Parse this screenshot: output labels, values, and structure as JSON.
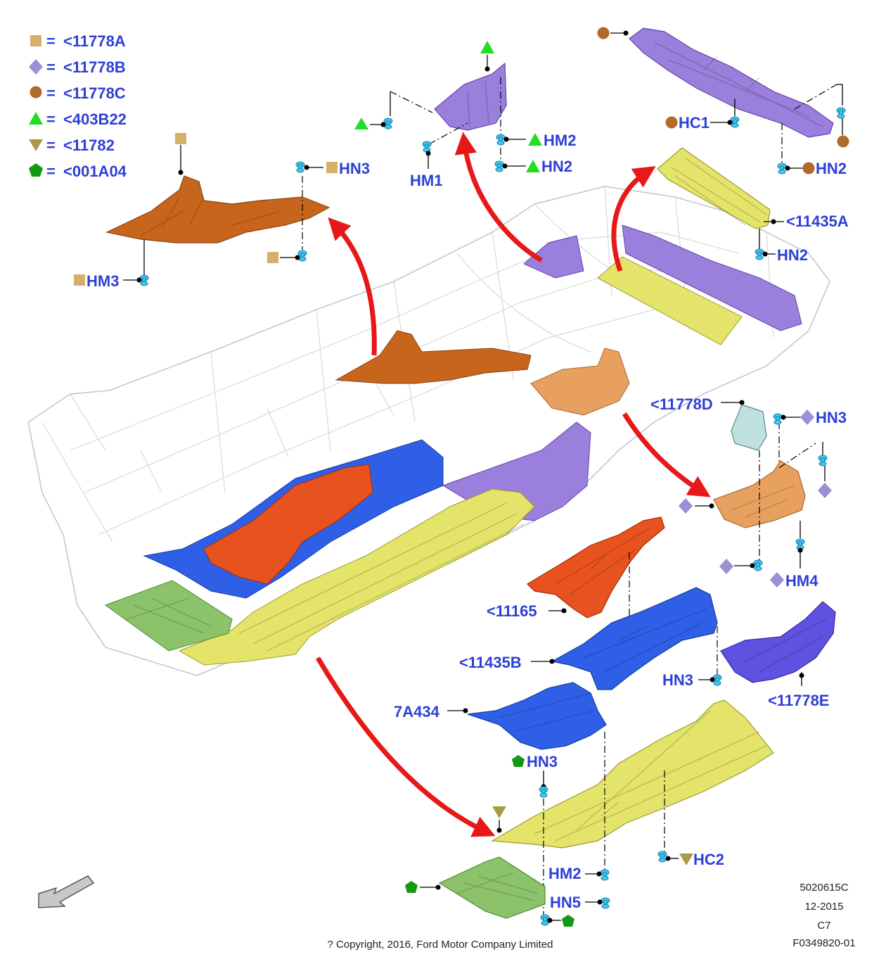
{
  "legend": [
    {
      "symbol": "square",
      "color": "#d6b069",
      "ref": "<11778A"
    },
    {
      "symbol": "diamond",
      "color": "#9b8fd6",
      "ref": "<11778B"
    },
    {
      "symbol": "circle",
      "color": "#b06a2a",
      "ref": "<11778C"
    },
    {
      "symbol": "triangle-up",
      "color": "#22dd22",
      "ref": "<403B22"
    },
    {
      "symbol": "triangle-down",
      "color": "#a89a48",
      "ref": "<11782"
    },
    {
      "symbol": "pentagon",
      "color": "#119911",
      "ref": "<001A04"
    }
  ],
  "legend_equals": "=",
  "callouts": {
    "hn3_tl": "HN3",
    "hm3": "HM3",
    "hm1": "HM1",
    "hm2_top": "HM2",
    "hn2_top": "HN2",
    "hc1": "HC1",
    "hn2_right": "HN2",
    "p11435a": "<11435A",
    "hn2_mid": "HN2",
    "p11778d": "<11778D",
    "hn3_right": "HN3",
    "hm4": "HM4",
    "p11165": "<11165",
    "p11435b": "<11435B",
    "hn3_mid": "HN3",
    "p11778e": "<11778E",
    "p7a434": "7A434",
    "hn3_bottom": "HN3",
    "hc2": "HC2",
    "hm2_bottom": "HM2",
    "hn5": "HN5"
  },
  "colors": {
    "insulator_orange": "#c8651c",
    "insulator_purple": "#9b7fdc",
    "shield_yellow": "#e4e46a",
    "shield_red": "#e8521e",
    "shield_blue": "#2f5fe6",
    "shield_green": "#8cc36a",
    "bracket_tan": "#e8a060",
    "arrow_red": "#e81818",
    "label_blue": "#2e3fd6"
  },
  "meta": {
    "code": "5020615C",
    "date": "12-2015",
    "rev": "C7",
    "figure": "F0349820-01",
    "copyright": "? Copyright, 2016, Ford Motor Company Limited"
  }
}
